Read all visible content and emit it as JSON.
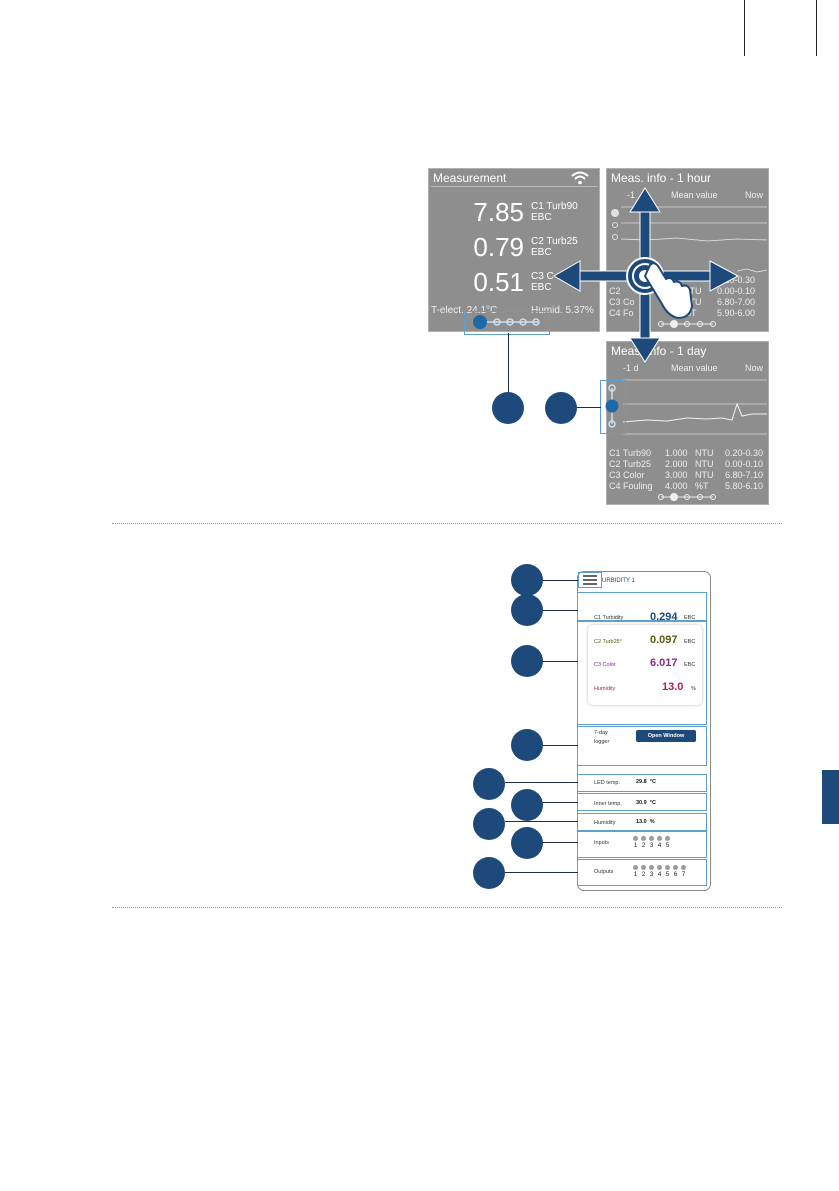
{
  "colors": {
    "accent": "#1d4a7a",
    "blue_highlight": "#5e9fd0",
    "side_tab": "#1d4a7a",
    "panel_gray": "#8e8e8e",
    "c2_value": "#5a5a10",
    "c3_purple": "#8a2a8a",
    "humidity_red": "#b0204a"
  },
  "measurement_panel": {
    "title": "Measurement",
    "rows": [
      {
        "value": "7.85",
        "channel": "C1 Turb90",
        "unit": "EBC"
      },
      {
        "value": "0.79",
        "channel": "C2 Turb25",
        "unit": "EBC"
      },
      {
        "value": "0.51",
        "channel": "C3 C",
        "unit": "EBC"
      }
    ],
    "footer_left": "T-elect. 24.1°C",
    "footer_right": "Humid. 5.37%"
  },
  "hour_panel": {
    "title": "Meas. info - 1 hour",
    "header": {
      "left": "-1",
      "mid": "Mean value",
      "right": "Now"
    },
    "rows": [
      {
        "ch": "",
        "unit": "",
        "range": "0.20-0.30"
      },
      {
        "ch": "C2",
        "unit": "NTU",
        "range": "0.00-0.10"
      },
      {
        "ch": "C3 Co",
        "unit": "NTU",
        "range": "6.80-7.00"
      },
      {
        "ch": "C4 Fo",
        "unit": "%T",
        "range": "5.90-6.00"
      }
    ]
  },
  "day_panel": {
    "title": "Meas. info - 1 day",
    "header": {
      "left": "-1 d",
      "mid": "Mean value",
      "right": "Now"
    },
    "rows": [
      {
        "ch": "C1 Turb90",
        "val": "1.000",
        "unit": "NTU",
        "range": "0.20-0.30"
      },
      {
        "ch": "C2 Turb25",
        "val": "2.000",
        "unit": "NTU",
        "range": "0.00-0.10"
      },
      {
        "ch": "C3 Color",
        "val": "3.000",
        "unit": "NTU",
        "range": "6.80-7.10"
      },
      {
        "ch": "C4 Fouling",
        "val": "4.000",
        "unit": "%T",
        "range": "5.80-6.10"
      }
    ]
  },
  "phone": {
    "title": "URBIDITY 1",
    "c1": {
      "label": "C1 Turbidity",
      "value": "0.294",
      "unit": "EBC"
    },
    "c2": {
      "label": "C2 Turb25°",
      "value": "0.097",
      "unit": "EBC"
    },
    "c3": {
      "label": "C3 Color",
      "value": "6.017",
      "unit": "EBC"
    },
    "humidity": {
      "label": "Humidity",
      "value": "13.0",
      "unit": "%"
    },
    "logger": {
      "label_line1": "7-day",
      "label_line2": "logger",
      "button": "Open Window"
    },
    "led_temp": {
      "label": "LED temp.",
      "value": "29.8",
      "unit": "°C"
    },
    "inner_temp": {
      "label": "Inner temp.",
      "value": "30.9",
      "unit": "°C"
    },
    "humidity_row": {
      "label": "Humidity",
      "value": "13.0",
      "unit": "%"
    },
    "inputs": {
      "label": "Inputs",
      "numbers": [
        "1",
        "2",
        "3",
        "4",
        "5"
      ]
    },
    "outputs": {
      "label": "Outputs",
      "numbers": [
        "1",
        "2",
        "3",
        "4",
        "5",
        "6",
        "7"
      ]
    }
  }
}
